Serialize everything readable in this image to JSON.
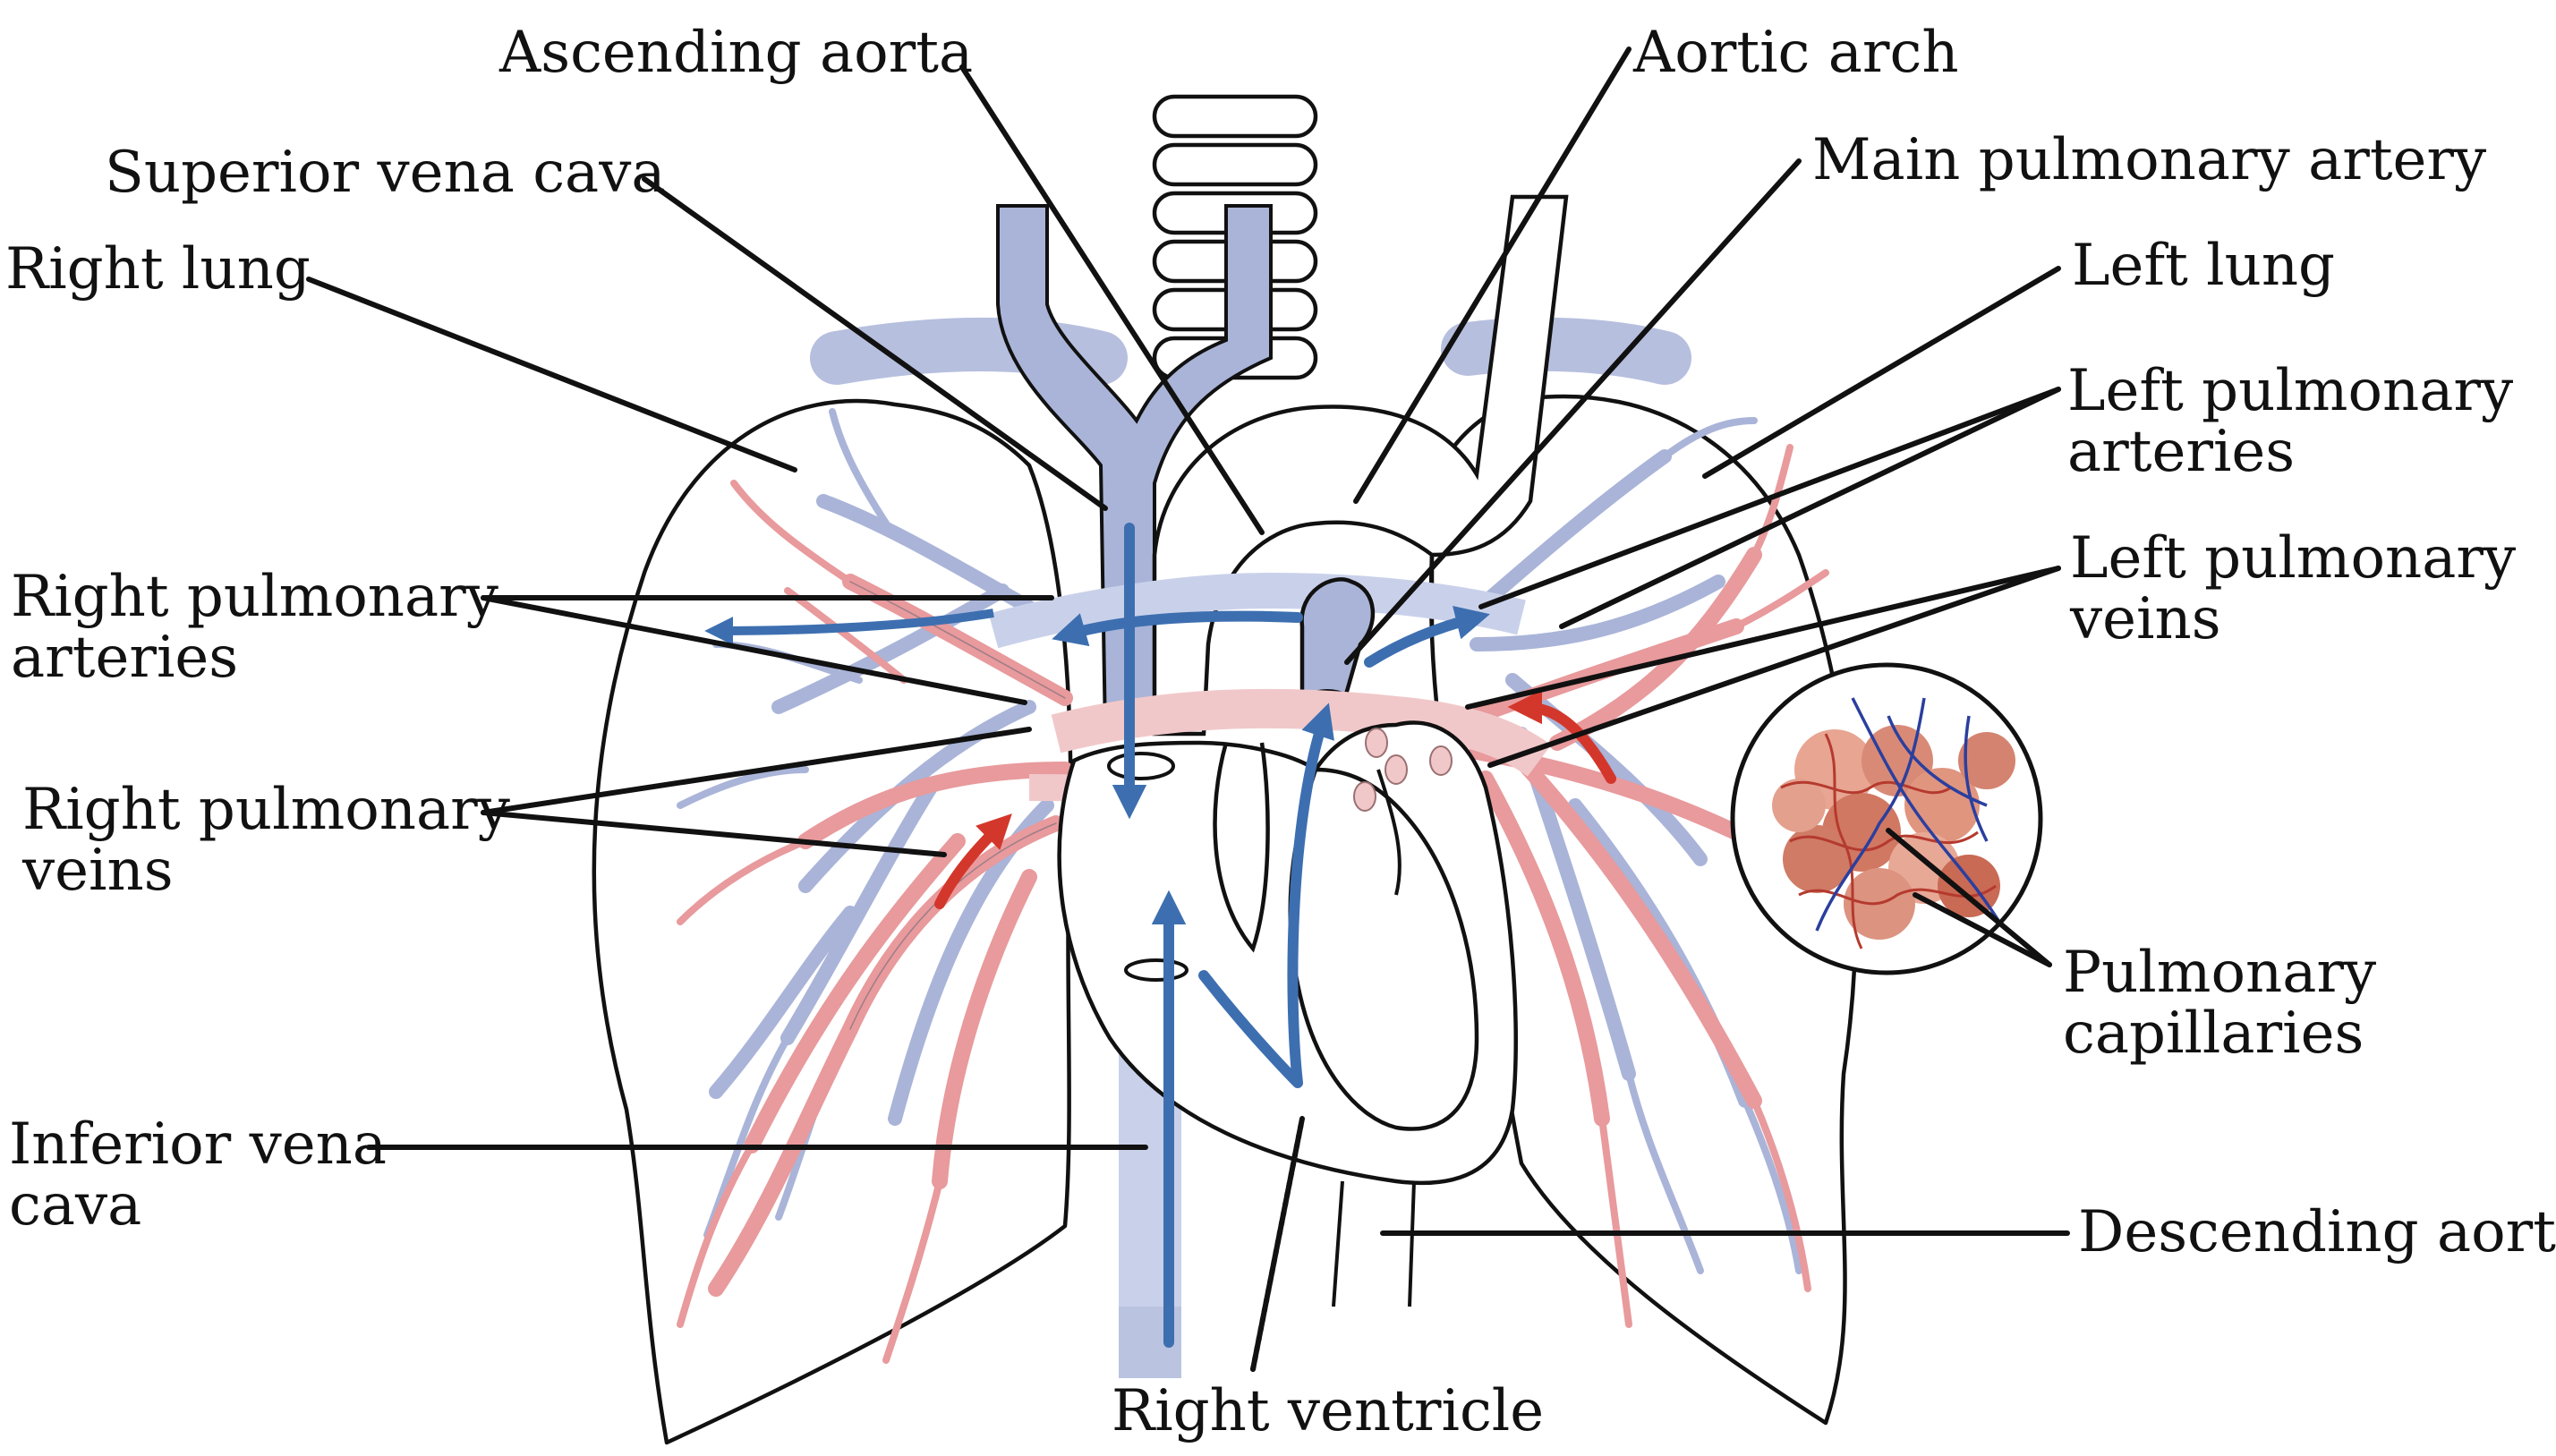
{
  "labels": {
    "ascending_aorta": "Ascending aorta",
    "aortic_arch": "Aortic arch",
    "superior_vena_cava": "Superior vena cava",
    "main_pulmonary_artery": "Main pulmonary artery",
    "right_lung": "Right lung",
    "left_lung": "Left lung",
    "left_pulmonary_arteries": [
      "Left pulmonary",
      "arteries"
    ],
    "right_pulmonary_arteries": [
      "Right pulmonary",
      "arteries"
    ],
    "left_pulmonary_veins": [
      "Left pulmonary",
      "veins"
    ],
    "right_pulmonary_veins": [
      "Right pulmonary",
      "veins"
    ],
    "pulmonary_capillaries": [
      "Pulmonary",
      "capillaries"
    ],
    "inferior_vena_cava": [
      "Inferior vena",
      "cava"
    ],
    "descending_aorta": "Descending aorta",
    "right_ventricle": "Right ventricle"
  },
  "colors": {
    "deoxygenated_vessel": "#a9b4d8",
    "oxygenated_vessel": "#e89a9c",
    "deoxygenated_flow_arrow": "#3d6fb0",
    "oxygenated_flow_arrow": "#d3372b",
    "outline": "#111111",
    "capillary_red": "#c94a3c",
    "capillary_blue": "#2b3f9e"
  }
}
